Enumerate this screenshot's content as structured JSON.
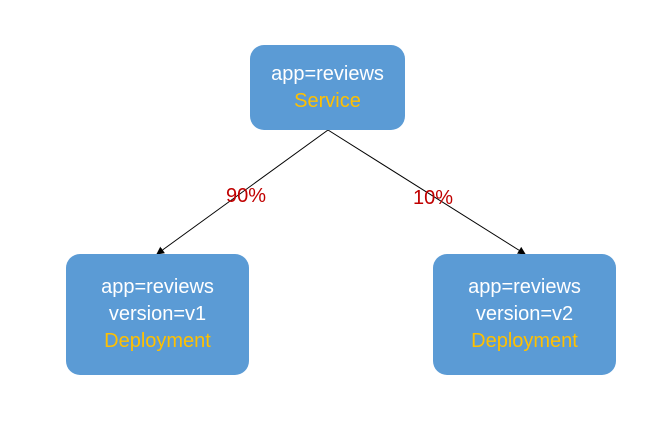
{
  "service": {
    "label": "app=reviews",
    "kind": "Service"
  },
  "deployments": [
    {
      "app_label": "app=reviews",
      "version_label": "version=v1",
      "kind": "Deployment",
      "traffic": "90%"
    },
    {
      "app_label": "app=reviews",
      "version_label": "version=v2",
      "kind": "Deployment",
      "traffic": "10%"
    }
  ],
  "colors": {
    "node_fill": "#5b9bd5",
    "label_text": "#ffffff",
    "kind_text": "#ffc000",
    "weight_text": "#c00000",
    "edge": "#000000"
  }
}
